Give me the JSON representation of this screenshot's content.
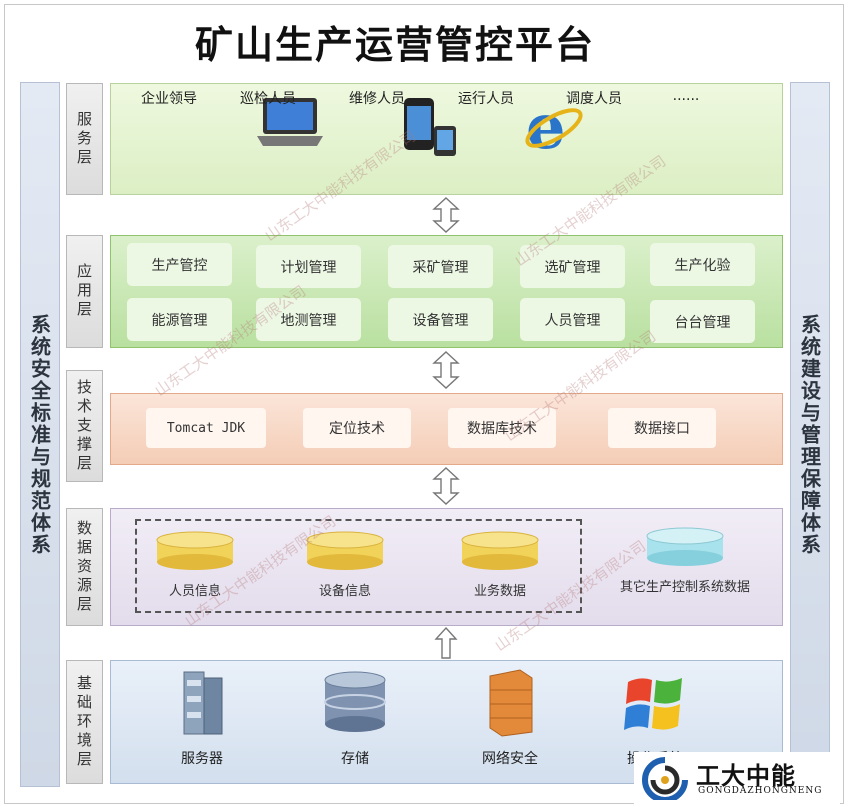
{
  "title": "矿山生产运营管控平台",
  "left_side": "系统安全标准与规范体系",
  "right_side": "系统建设与管理保障体系",
  "layers": {
    "service": {
      "label": "服务层",
      "items": [
        {
          "label": "企业领导",
          "icon": "laptop-icon"
        },
        {
          "label": "巡检人员",
          "icon": "laptop-icon"
        },
        {
          "label": "维修人员",
          "icon": "phone-icon"
        },
        {
          "label": "运行人员",
          "icon": "ie-browser-icon"
        },
        {
          "label": "调度人员",
          "icon": "ie-browser-icon"
        },
        {
          "label": "......",
          "icon": ""
        }
      ]
    },
    "application": {
      "label": "应用层",
      "items": [
        "生产管控",
        "计划管理",
        "采矿管理",
        "选矿管理",
        "生产化验",
        "能源管理",
        "地测管理",
        "设备管理",
        "人员管理",
        "台台管理"
      ]
    },
    "technology": {
      "label": "技术支撑层",
      "items": [
        "Tomcat JDK",
        "定位技术",
        "数据库技术",
        "数据接口"
      ]
    },
    "data": {
      "label": "数据资源层",
      "items": [
        "人员信息",
        "设备信息",
        "业务数据",
        "其它生产控制系统数据"
      ]
    },
    "environment": {
      "label": "基础环境层",
      "items": [
        {
          "label": "服务器",
          "icon": "server-icon"
        },
        {
          "label": "存储",
          "icon": "storage-icon"
        },
        {
          "label": "网络安全",
          "icon": "firewall-icon"
        },
        {
          "label": "操作系统",
          "icon": "windows-icon"
        }
      ]
    }
  },
  "logo": {
    "brand": "工大中能",
    "sub": "GONGDAZHONGNENG"
  },
  "watermark": "山东工大中能科技有限公司",
  "colors": {
    "service_panel": "#dcefc4",
    "application_panel": "#b9e0a0",
    "technology_panel": "#f4cdb6",
    "data_panel": "#e3dcec",
    "environment_panel": "#d3dfee",
    "db_yellow": "#f2d35a",
    "db_cyan": "#a8e2ec"
  }
}
